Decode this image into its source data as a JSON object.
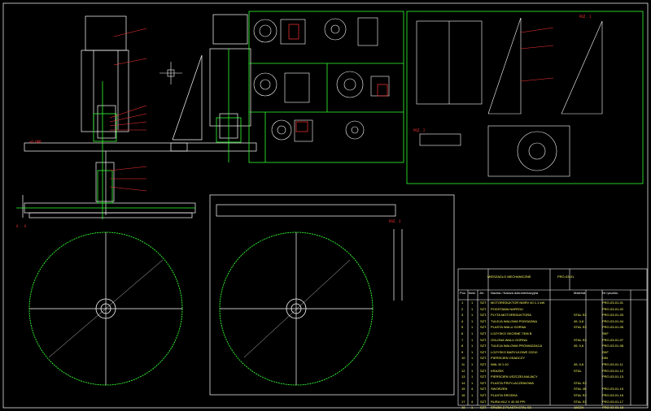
{
  "window": {
    "title": "AutoCAD drawing viewer"
  },
  "labels": {
    "poz1": "POZ. 1",
    "poz2": "POZ. 2",
    "poz3": "POZ. 3",
    "section": "A - A",
    "level": "+0.000"
  },
  "title_block": {
    "title": "MIESZADLO MECHANICZNE",
    "number": "PRO-03-01",
    "columns": [
      "Poz.",
      "Ilość",
      "Jm.",
      "Nazwa / Nazwa dokumentacyjna",
      "Materiał",
      "Nr rysunku"
    ],
    "rows": [
      {
        "no": "1",
        "qty": "1",
        "unit": "SZT.",
        "name": "MOTOREDUKTOR NMRV 40 1.1 kW",
        "mat": "",
        "dwg": "PRO-03-01-01"
      },
      {
        "no": "2",
        "qty": "1",
        "unit": "SZT.",
        "name": "PODSTAWA NAPEDU",
        "mat": "",
        "dwg": "PRO-03-01-02"
      },
      {
        "no": "3",
        "qty": "1",
        "unit": "SZT.",
        "name": "PLYTA MOTOREDUKTORA",
        "mat": "STAL S3",
        "dwg": "PRO-03-01-03"
      },
      {
        "no": "4",
        "qty": "1",
        "unit": "SZT.",
        "name": "TULEJA WALOWA PODSADNA",
        "mat": "45, 0,6",
        "dwg": "PRO-03-01-04"
      },
      {
        "no": "5",
        "qty": "1",
        "unit": "SZT.",
        "name": "PLASTA WALU GORNA",
        "mat": "STAL S3",
        "dwg": "PRO-03-01-05"
      },
      {
        "no": "6",
        "qty": "1",
        "unit": "SZT.",
        "name": "LOZYSKO SKOSNE 7306 B",
        "mat": "",
        "dwg": "SKF"
      },
      {
        "no": "7",
        "qty": "1",
        "unit": "SZT.",
        "name": "OSLONA WALU GORNA",
        "mat": "STAL S3",
        "dwg": "PRO-03-01-07"
      },
      {
        "no": "8",
        "qty": "1",
        "unit": "SZT.",
        "name": "TULEJA WALOWA PROWADZACA",
        "mat": "45, 0,6",
        "dwg": "PRO-03-01-08"
      },
      {
        "no": "9",
        "qty": "1",
        "unit": "SZT.",
        "name": "LOZYSKO BARYLKOWE 22210",
        "mat": "",
        "dwg": "SKF"
      },
      {
        "no": "10",
        "qty": "1",
        "unit": "SZT.",
        "name": "PIERSCIEN OSADCZY",
        "mat": "",
        "dwg": "DIN"
      },
      {
        "no": "11",
        "qty": "1",
        "unit": "SZT.",
        "name": "WAL M 1:10",
        "mat": "45, 0,6",
        "dwg": "PRO-03-01-11"
      },
      {
        "no": "12",
        "qty": "1",
        "unit": "SZT.",
        "name": "KRAZEK",
        "mat": "STAL",
        "dwg": "PRO-03-01-12"
      },
      {
        "no": "13",
        "qty": "1",
        "unit": "SZT.",
        "name": "PIERSCIEN USZCZELNIAJACY",
        "mat": "",
        "dwg": "PRO-03-01-13"
      },
      {
        "no": "14",
        "qty": "1",
        "unit": "SZT.",
        "name": "PLASTA PRZYLACZENIOWA",
        "mat": "STAL S3",
        "dwg": ""
      },
      {
        "no": "15",
        "qty": "4",
        "unit": "SZT.",
        "name": "SWORZEN",
        "mat": "STAL 45",
        "dwg": "PRO-03-01-15"
      },
      {
        "no": "16",
        "qty": "1",
        "unit": "SZT.",
        "name": "PLASTA SRODKA",
        "mat": "STAL S3",
        "dwg": "PRO-03-01-16"
      },
      {
        "no": "17",
        "qty": "4",
        "unit": "SZT.",
        "name": "RURA M12 X 40 50 PPI",
        "mat": "STAL S3",
        "dwg": "PRO-03-01-17"
      },
      {
        "no": "18",
        "qty": "1",
        "unit": "SZT.",
        "name": "SRUBA Z PLASTA STAL S3",
        "mat": "18G2A",
        "dwg": "PRO-03-01-18"
      }
    ]
  }
}
